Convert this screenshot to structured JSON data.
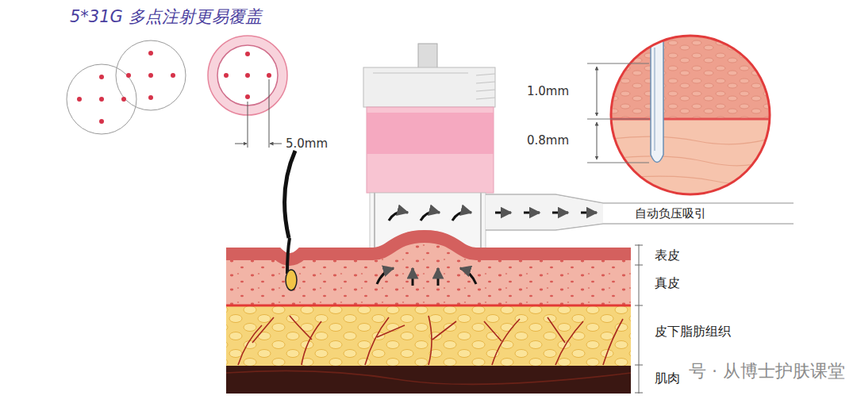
{
  "diagram": {
    "title": "5*31G 多点注射更易覆盖",
    "labels": [
      "5.0mm",
      "1.0mm",
      "0.8mm",
      "自动负压吸引",
      "表皮",
      "真皮",
      "皮下脂肪组织",
      "肌肉",
      "号 · 从博士护肤课堂"
    ]
  }
}
